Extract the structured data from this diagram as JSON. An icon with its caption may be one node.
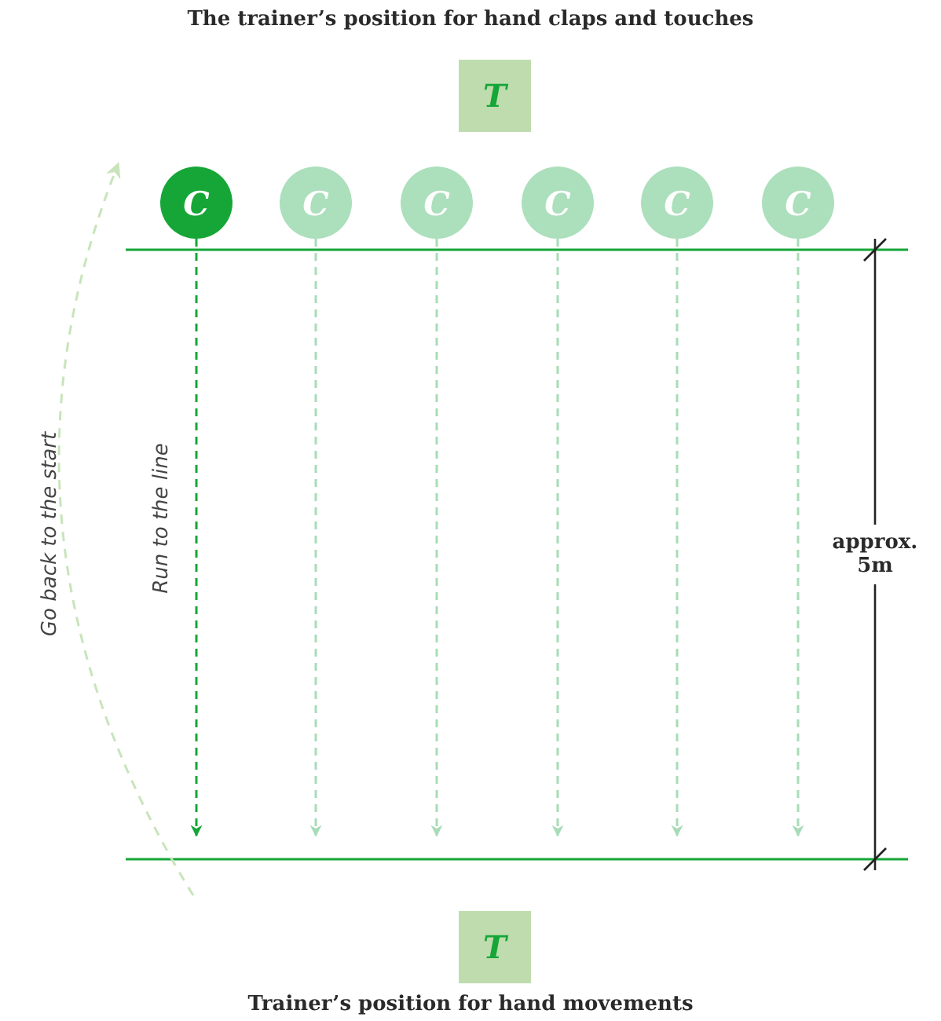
{
  "diagram": {
    "nodes": [
      {
        "text": [
          "T"
        ],
        "beside": [
          "The trainer’s position for hand claps and touches"
        ]
      },
      {
        "text": [
          "C"
        ]
      },
      {
        "text": [
          "C"
        ]
      },
      {
        "text": [
          "C"
        ]
      },
      {
        "text": [
          "C"
        ]
      },
      {
        "text": [
          "C"
        ]
      },
      {
        "text": [
          "C"
        ]
      },
      {
        "text": [
          "T"
        ],
        "beside": [
          "Trainer’s position for hand movements"
        ]
      }
    ],
    "edges": [
      {
        "from": 1,
        "to": null,
        "arrow": "to",
        "style": "dashed",
        "color": "#16a637",
        "label": "Run to the line"
      },
      {
        "from": 2,
        "to": null,
        "arrow": "to",
        "style": "dashed"
      },
      {
        "from": 3,
        "to": null,
        "arrow": "to",
        "style": "dashed"
      },
      {
        "from": 4,
        "to": null,
        "arrow": "to",
        "style": "dashed"
      },
      {
        "from": 5,
        "to": null,
        "arrow": "to",
        "style": "dashed"
      },
      {
        "from": 6,
        "to": null,
        "arrow": "to",
        "style": "dashed"
      }
    ],
    "labels": [
      "Go back to the start",
      "approx. 5m"
    ]
  }
}
